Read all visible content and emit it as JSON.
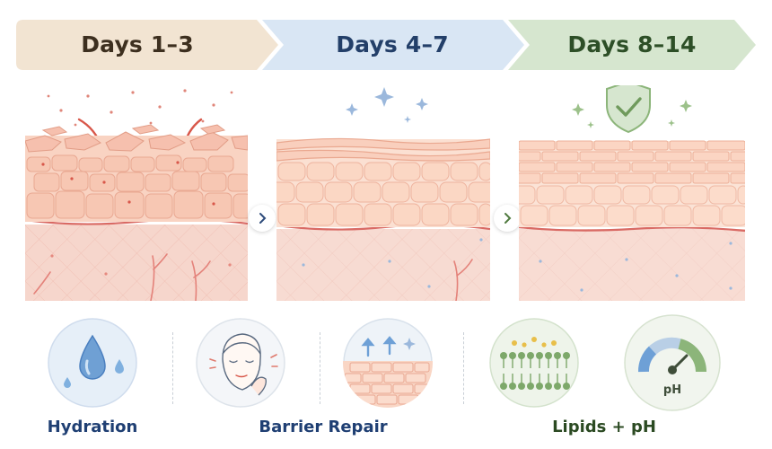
{
  "stages": [
    {
      "label": "Days 1–3",
      "color": "#3d2f1f",
      "fill": "#f2e4d2"
    },
    {
      "label": "Days 4–7",
      "color": "#233f69",
      "fill": "#d9e6f4"
    },
    {
      "label": "Days 8–14",
      "color": "#2d4f27",
      "fill": "#d6e6cf"
    }
  ],
  "panels": [
    {
      "state": "damaged",
      "icon": "arrows-down-icon"
    },
    {
      "state": "repairing",
      "icon": "sparkle-icon"
    },
    {
      "state": "restored",
      "icon": "shield-check-icon"
    }
  ],
  "benefits": {
    "hydration": {
      "label": "Hydration",
      "color": "#1f3f73",
      "icon": "water-drop-icon"
    },
    "barrier_repair": {
      "label": "Barrier Repair",
      "color": "#1f3f73",
      "icons": [
        "face-icon",
        "barrier-repair-icon"
      ]
    },
    "lipids_ph": {
      "label": "Lipids + pH",
      "color": "#2b4a22",
      "icons": [
        "lipid-bilayer-icon",
        "ph-gauge-icon"
      ]
    }
  },
  "colors": {
    "accent_red": "#d8574a",
    "accent_blue": "#9bb8dc",
    "accent_green": "#7da86a",
    "skin": "#f3c4b0"
  }
}
